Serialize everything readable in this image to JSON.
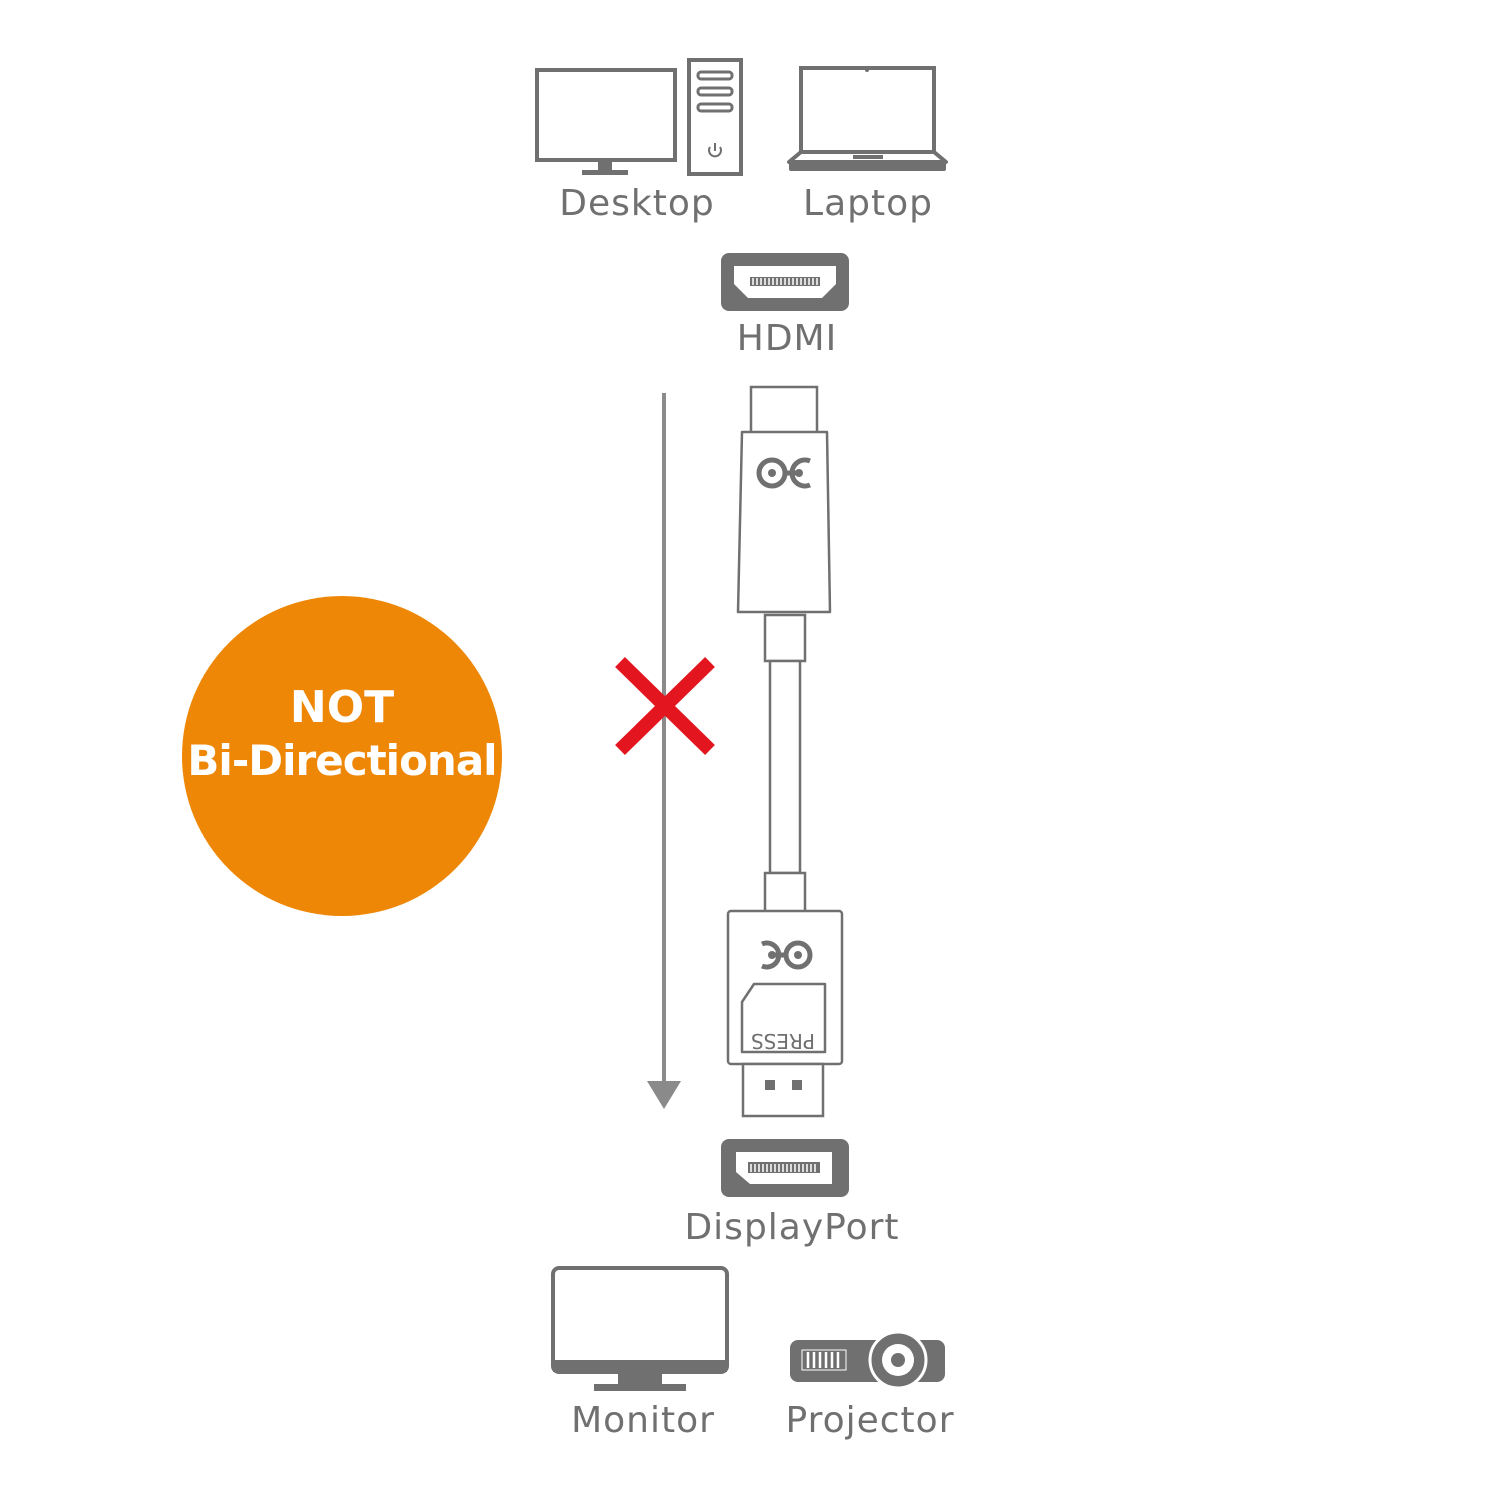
{
  "sources": {
    "desktop": {
      "label": "Desktop",
      "icon": "desktop-computer-icon"
    },
    "laptop": {
      "label": "Laptop",
      "icon": "laptop-icon"
    }
  },
  "ports": {
    "input": {
      "label": "HDMI",
      "icon": "hdmi-port-icon"
    },
    "output": {
      "label": "DisplayPort",
      "icon": "displayport-port-icon"
    }
  },
  "cable": {
    "top_connector_icon": "hdmi-plug-icon",
    "bottom_connector_icon": "displayport-plug-icon",
    "press_label": "PRESS",
    "brand_icon": "brand-logo-icon"
  },
  "direction": {
    "arrow_icon": "down-arrow-icon",
    "reverse_blocked_icon": "red-x-icon"
  },
  "badge": {
    "line1": "NOT",
    "line2": "Bi-Directional"
  },
  "destinations": {
    "monitor": {
      "label": "Monitor",
      "icon": "monitor-icon"
    },
    "projector": {
      "label": "Projector",
      "icon": "projector-icon"
    }
  },
  "colors": {
    "icon_gray": "#707070",
    "badge_orange": "#EE8706",
    "cross_red": "#E3161F",
    "arrow_gray": "#8A8A8A"
  }
}
